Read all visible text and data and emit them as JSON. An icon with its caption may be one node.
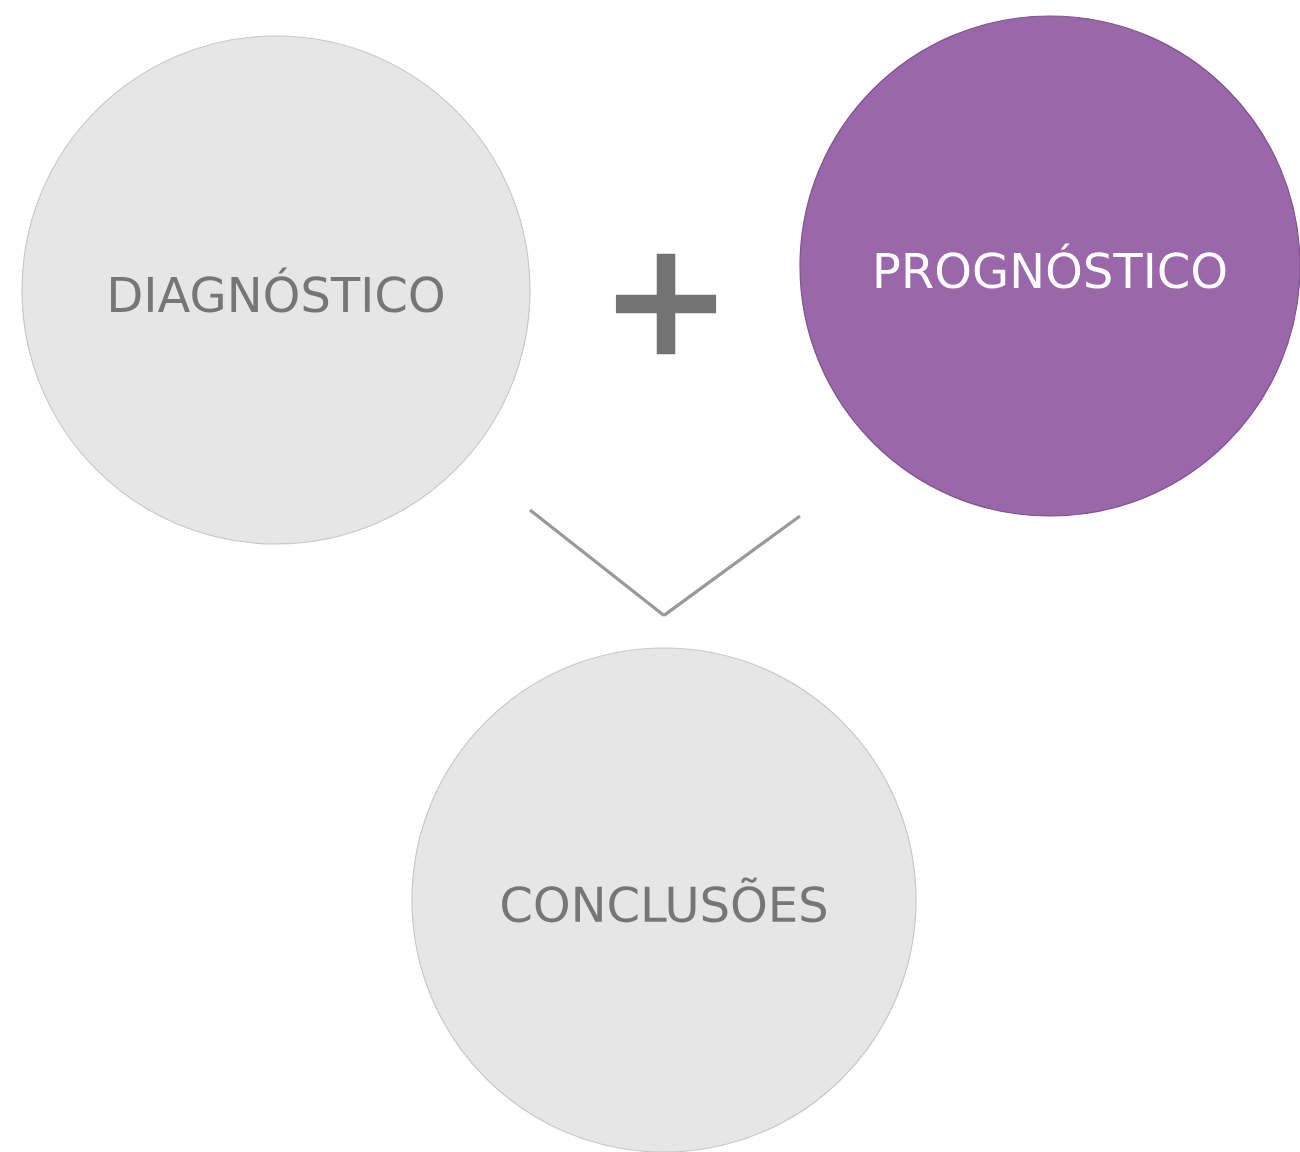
{
  "diagram": {
    "nodes": [
      {
        "text": [
          "DIAGNÓSTICO"
        ]
      },
      {
        "text": [
          "PROGNÓSTICO"
        ]
      },
      {
        "text": [
          "CONCLUSÕES"
        ]
      }
    ],
    "edges": [
      {
        "from": 0,
        "to": 2,
        "arrow": "none"
      },
      {
        "from": 1,
        "to": 2,
        "arrow": "none"
      }
    ],
    "labels": [
      "+"
    ]
  }
}
